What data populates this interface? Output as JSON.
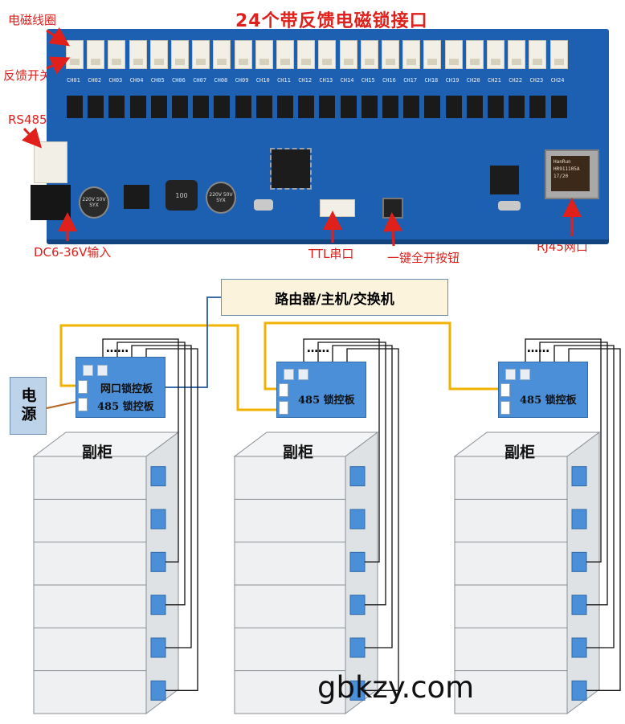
{
  "title": "24个带反馈电磁锁接口",
  "labels": {
    "coil": "电磁线圈",
    "feedback": "反馈开关",
    "rs485": "RS485",
    "dc_input": "DC6-36V输入",
    "ttl": "TTL串口",
    "one_key": "一键全开按钮",
    "rj45": "RJ45网口"
  },
  "pcb_text": {
    "channel_labels": [
      "CH01",
      "CH02",
      "CH03",
      "CH04",
      "CH05",
      "CH06",
      "CH07",
      "CH08",
      "CH09",
      "CH10",
      "CH11",
      "CH12",
      "CH13",
      "CH14",
      "CH15",
      "CH16",
      "CH17",
      "CH18",
      "CH19",
      "CH20",
      "CH21",
      "CH22",
      "CH23",
      "CH24"
    ],
    "rj45_brand": "HanRun",
    "rj45_model": "HR911105A",
    "rj45_date": "17/20",
    "cap_marks": [
      "220V 50V SYX",
      "220V 50V SYX"
    ],
    "inductor": "100"
  },
  "diagram": {
    "router": "路由器/主机/交换机",
    "power": "电源",
    "board_main_line1": "网口锁控板",
    "board_main_line2": "485 锁控板",
    "board_485": "485 锁控板",
    "dots": "……",
    "cabinet_label": "副柜",
    "colors": {
      "cable": "#f2b300",
      "board": "#4b8fd9",
      "router_bg": "#fbf3dc",
      "power_bg": "#bdd3ea"
    }
  },
  "watermark": "gbkzy.com"
}
